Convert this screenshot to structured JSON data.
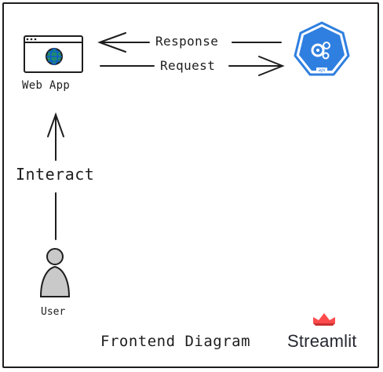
{
  "nodes": {
    "web_app": {
      "label": "Web App",
      "icon": "browser-globe-icon"
    },
    "api": {
      "label": "api",
      "icon": "api-gears-icon",
      "color": "#2f7fe0"
    },
    "user": {
      "label": "User",
      "icon": "user-icon"
    }
  },
  "edges": {
    "response": {
      "label": "Response",
      "from": "api",
      "to": "web_app"
    },
    "request": {
      "label": "Request",
      "from": "web_app",
      "to": "api"
    },
    "interact": {
      "label": "Interact",
      "from": "user",
      "to": "web_app"
    }
  },
  "footer": {
    "title": "Frontend Diagram",
    "brand": "Streamlit",
    "brand_icon": "streamlit-crown-icon",
    "brand_color": "#ff4b4b"
  }
}
